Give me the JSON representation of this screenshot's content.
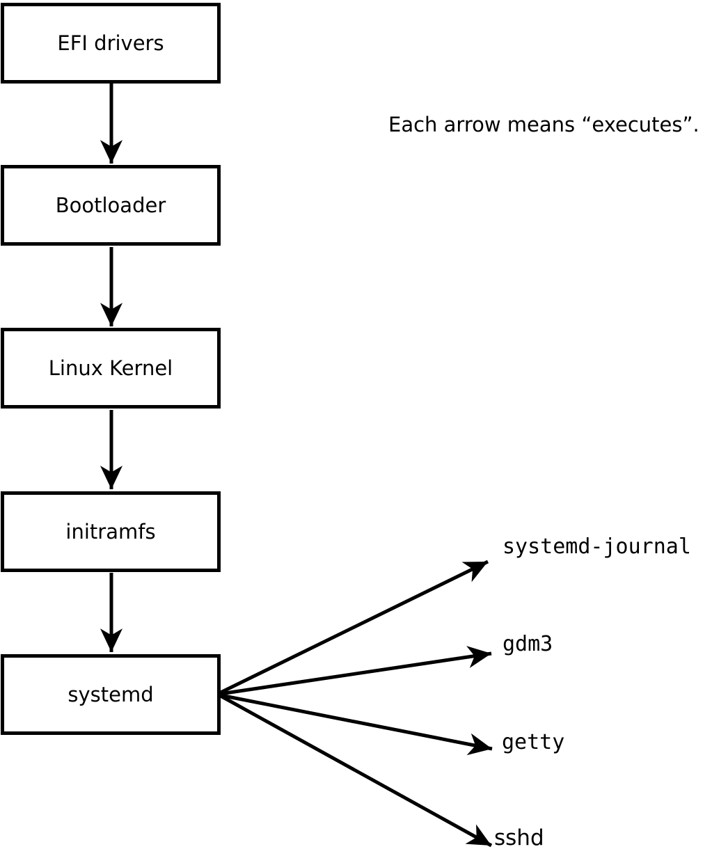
{
  "diagram": {
    "annotation": "Each arrow means “executes”.",
    "boot_chain": [
      {
        "label": "EFI drivers"
      },
      {
        "label": "Bootloader"
      },
      {
        "label": "Linux Kernel"
      },
      {
        "label": "initramfs"
      },
      {
        "label": "systemd"
      }
    ],
    "spawned_processes": [
      {
        "label": "systemd-journal"
      },
      {
        "label": "gdm3"
      },
      {
        "label": "getty"
      },
      {
        "label": "sshd"
      }
    ],
    "colors": {
      "line": "#000000",
      "background": "#ffffff",
      "text": "#000000"
    }
  }
}
